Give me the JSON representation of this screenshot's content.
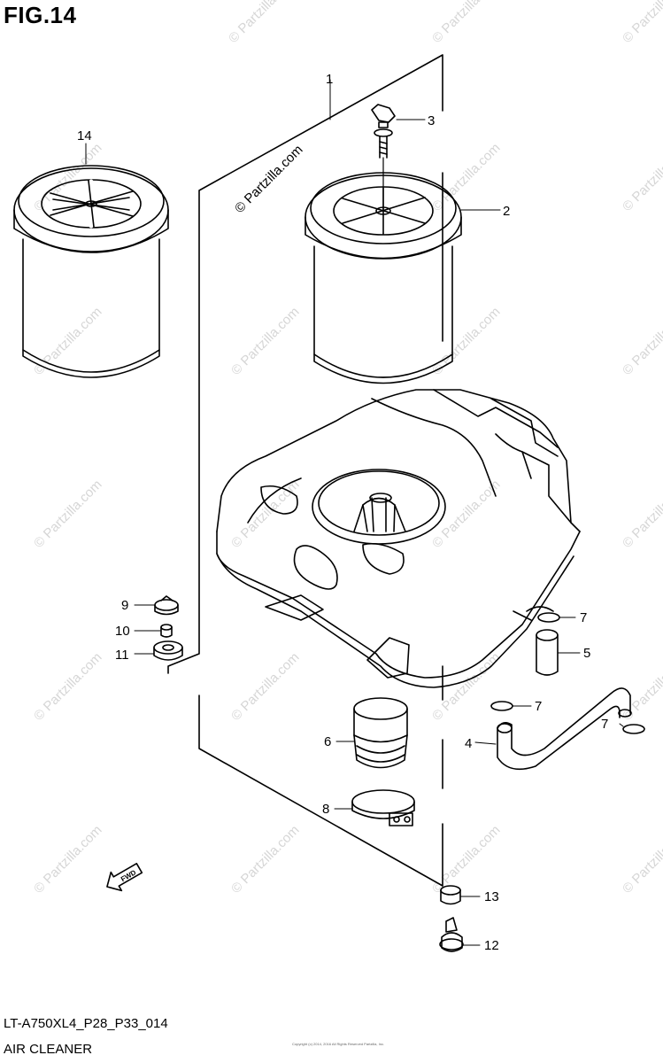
{
  "figure": {
    "title": "FIG.14",
    "model_code": "LT-A750XL4_P28_P33_014",
    "name": "AIR CLEANER",
    "copyright": "Copyright (c) 2014, 2016 All Rights Reserved Partzilla, Inc."
  },
  "watermark": {
    "text": "© Partzilla.com"
  },
  "callouts": [
    {
      "num": "1"
    },
    {
      "num": "2"
    },
    {
      "num": "3"
    },
    {
      "num": "4"
    },
    {
      "num": "5"
    },
    {
      "num": "6"
    },
    {
      "num": "7"
    },
    {
      "num": "7"
    },
    {
      "num": "7"
    },
    {
      "num": "8"
    },
    {
      "num": "9"
    },
    {
      "num": "10"
    },
    {
      "num": "11"
    },
    {
      "num": "12"
    },
    {
      "num": "13"
    },
    {
      "num": "14"
    }
  ],
  "icons": {
    "fwd_arrow": "fwd-arrow-icon",
    "fwd_label": "FWD"
  }
}
